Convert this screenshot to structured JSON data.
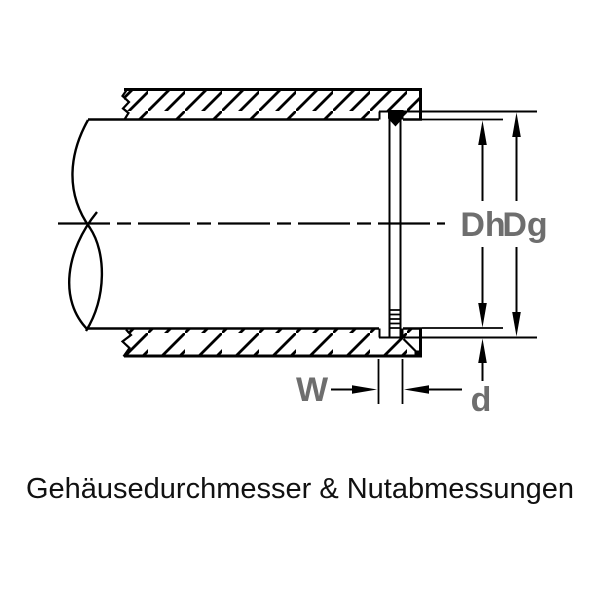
{
  "caption": "Gehäusedurchmesser & Nutabmessungen",
  "dimension_labels": {
    "housing_bore_diameter": "Dh",
    "groove_diameter": "Dg",
    "groove_width": "W",
    "groove_depth": "d"
  },
  "colors": {
    "line": "#000000",
    "dimension_label": "#6e6e6e",
    "caption": "#111111",
    "background": "#ffffff"
  }
}
